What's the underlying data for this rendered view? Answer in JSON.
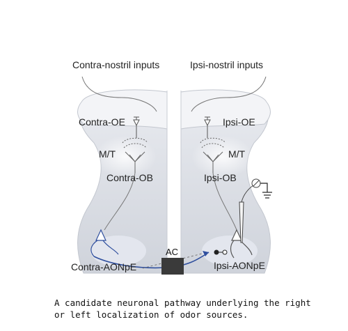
{
  "diagram": {
    "labels": {
      "contra_inputs": "Contra-nostril inputs",
      "ipsi_inputs": "Ipsi-nostril inputs",
      "contra_oe": "Contra-OE",
      "ipsi_oe": "Ipsi-OE",
      "mt_left": "M/T",
      "mt_right": "M/T",
      "contra_ob": "Contra-OB",
      "ipsi_ob": "Ipsi-OB",
      "ac": "AC",
      "contra_aonpe": "Contra-AONpE",
      "ipsi_aonpe": "Ipsi-AONpE"
    },
    "colors": {
      "tissue_fill": "#d9dce3",
      "tissue_edge": "#eef0f4",
      "pathway": "#2f4f9e",
      "neuron_lines": "#555555",
      "ac_block": "#3a3a3a"
    },
    "icons": [
      "recording-electrode-icon",
      "ground-icon",
      "stimulus-electrode-icon"
    ]
  },
  "caption": "A candidate neuronal pathway underlying the right\nor left localization of odor sources."
}
